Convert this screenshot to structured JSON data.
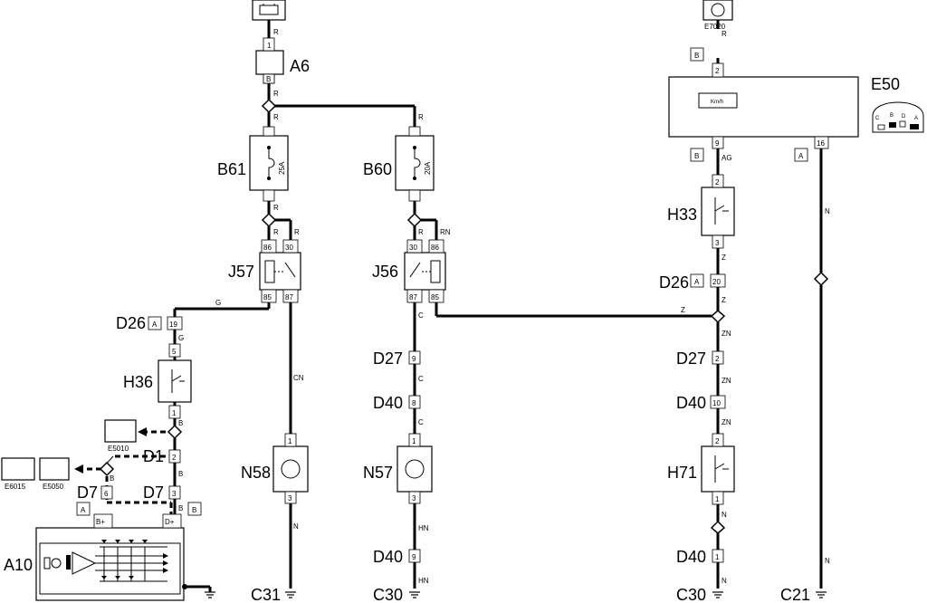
{
  "components": {
    "A6": "A6",
    "B61": "B61",
    "B60": "B60",
    "J57": "J57",
    "J56": "J56",
    "E50": "E50",
    "H33": "H33",
    "D26_left": "D26",
    "D26_right": "D26",
    "H36": "H36",
    "D1": "D1",
    "D7_a": "D7",
    "D7_b": "D7",
    "A10": "A10",
    "N58": "N58",
    "N57": "N57",
    "H71": "H71",
    "D27_mid": "D27",
    "D40_mid": "D40",
    "D40_mid_low": "D40",
    "D27_right": "D27",
    "D40_right": "D40",
    "D40_right_low": "D40",
    "C31": "C31",
    "C30_mid": "C30",
    "C30_right": "C30",
    "C21": "C21"
  },
  "icons": {
    "E7020": "E7020",
    "E5010": "E5010",
    "E6015": "E6015",
    "E5050": "E5050"
  },
  "fuse_ratings": {
    "B61": "25A",
    "B60": "20A"
  },
  "e50_display": "Km/h",
  "connector_tags": {
    "A": "A",
    "B": "B"
  },
  "pins": {
    "p1": "1",
    "p2": "2",
    "p3": "3",
    "p5": "5",
    "p6": "6",
    "p8": "8",
    "p9": "9",
    "p10": "10",
    "p16": "16",
    "p19": "19",
    "p20": "20",
    "p30": "30",
    "p85": "85",
    "p86": "86",
    "p87": "87",
    "bplus": "B+",
    "dplus": "D+"
  },
  "wire_colors": {
    "R": "R",
    "RN": "RN",
    "G": "G",
    "B": "B",
    "CN": "CN",
    "C": "C",
    "N": "N",
    "HN": "HN",
    "Z": "Z",
    "ZN": "ZN",
    "AG": "AG"
  },
  "gauge_letters": {
    "C": "C",
    "B": "B",
    "D": "D",
    "A": "A"
  }
}
